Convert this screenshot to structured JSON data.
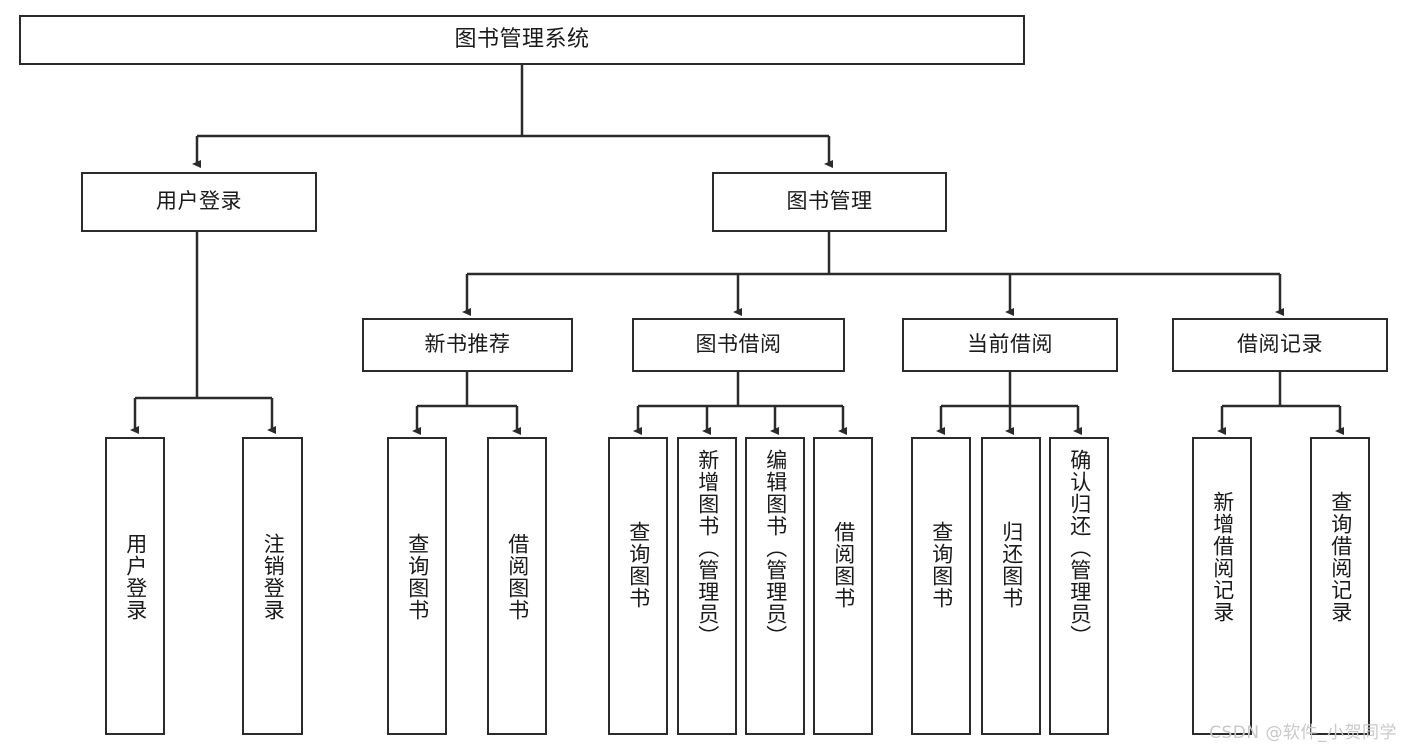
{
  "diagram": {
    "title": "图书管理系统",
    "watermark": "CSDN @软件_小贺同学",
    "colors": {
      "stroke": "#2b2b2b",
      "fill": "#ffffff",
      "text": "#1a1a1a",
      "watermark": "#c9c9c9"
    },
    "root": {
      "label": "图书管理系统"
    },
    "level2": [
      {
        "label": "用户登录"
      },
      {
        "label": "图书管理"
      }
    ],
    "level3": [
      {
        "label": "新书推荐"
      },
      {
        "label": "图书借阅"
      },
      {
        "label": "当前借阅"
      },
      {
        "label": "借阅记录"
      }
    ],
    "leaves": {
      "user_login": [
        {
          "label": "用户登录"
        },
        {
          "label": "注销登录"
        }
      ],
      "new_book_recommend": [
        {
          "label": "查询图书"
        },
        {
          "label": "借阅图书"
        }
      ],
      "book_borrow": [
        {
          "label": "查询图书"
        },
        {
          "label": "新增图书（管理员）"
        },
        {
          "label": "编辑图书（管理员）"
        },
        {
          "label": "借阅图书"
        }
      ],
      "current_borrow": [
        {
          "label": "查询图书"
        },
        {
          "label": "归还图书"
        },
        {
          "label": "确认归还（管理员）"
        }
      ],
      "borrow_record": [
        {
          "label": "新增借阅记录"
        },
        {
          "label": "查询借阅记录"
        }
      ]
    }
  }
}
